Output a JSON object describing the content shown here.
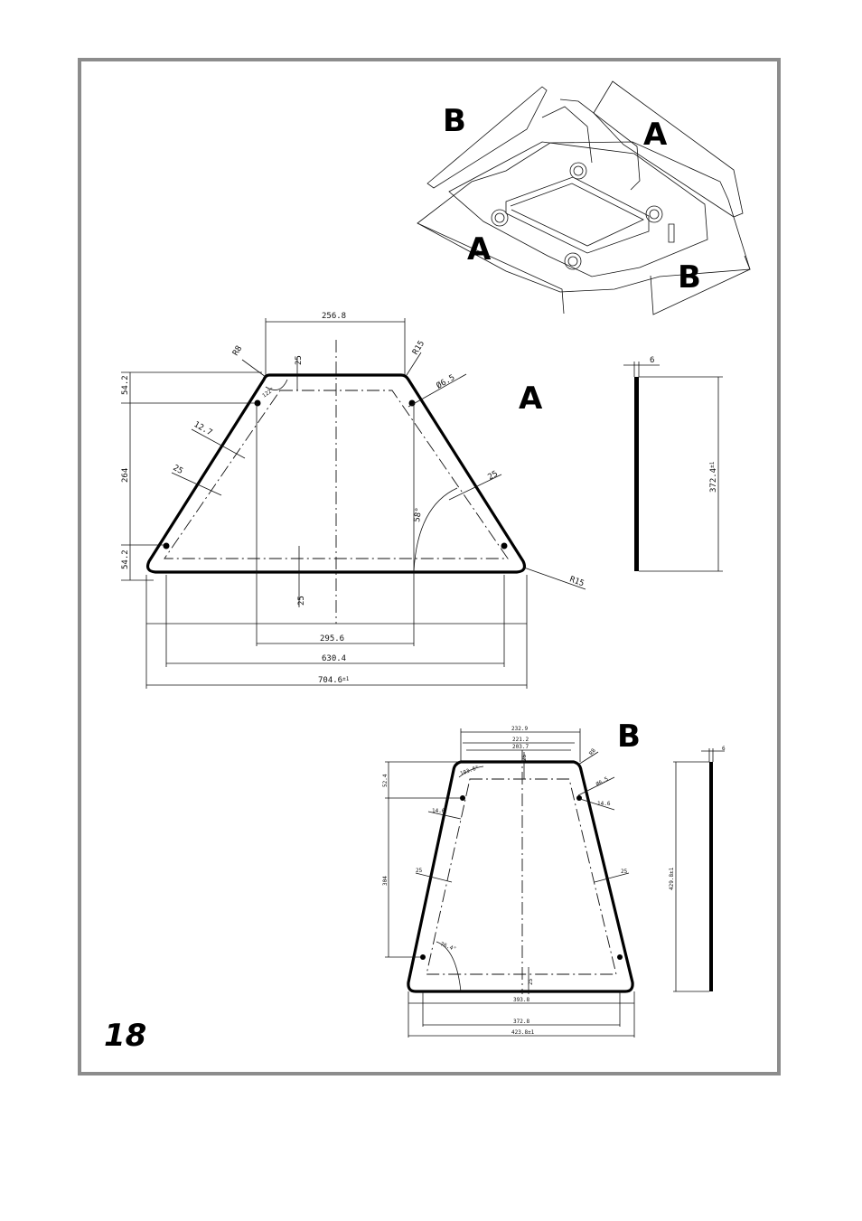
{
  "page_number": "18",
  "perspective": {
    "label_a_top": "A",
    "label_a_bottom": "A",
    "label_b_top": "B",
    "label_b_bottom": "B"
  },
  "panel_a": {
    "title": "A",
    "top_width": "256.8",
    "mid_width": "295.6",
    "inner_width": "630.4",
    "overall_width": "704.6",
    "overall_width_tol": "±1",
    "height_top": "54.2",
    "height_mid": "264",
    "height_bottom": "54.2",
    "radius_r8": "R8",
    "radius_top": "R15",
    "radius_bottom": "R15",
    "margin_top": "25",
    "margin_bottom": "25",
    "margin_left": "25",
    "margin_right": "25",
    "edge_offset": "12.7",
    "hole_dia": "Ø6.5",
    "corner_angle": "122°",
    "side_angle": "58°",
    "thickness": "6",
    "side_length": "372.4",
    "side_length_tol": "±1"
  },
  "panel_b": {
    "title": "B",
    "top_width": "232.9",
    "w2": "221.2",
    "w3": "203.7",
    "margin_top": "25",
    "margin_bottom": "25",
    "margin_left": "25",
    "margin_right": "25",
    "h_top": "52.4",
    "h_mid": "304",
    "offset_left": "14.6",
    "offset_right": "14.6",
    "radius": "R8",
    "hole_dia": "Ø6.5",
    "corner_angle": "103.6°",
    "side_angle": "76.4°",
    "bottom_inner": "393.8",
    "bottom_mid": "372.8",
    "overall": "423.8",
    "overall_tol": "±1",
    "thickness": "6",
    "side_length": "429.8",
    "side_length_tol": "±1"
  }
}
